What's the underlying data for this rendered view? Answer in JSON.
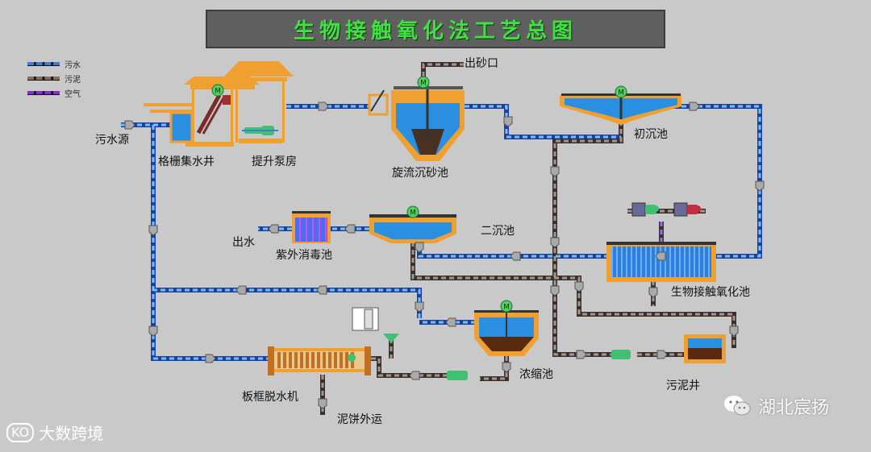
{
  "title": "生物接触氧化法工艺总图",
  "legend": [
    {
      "label": "污水",
      "color": "#3a7fd5",
      "style": "water"
    },
    {
      "label": "污泥",
      "color": "#8a6a5a",
      "style": "sludge"
    },
    {
      "label": "空气",
      "color": "#8a2ad5",
      "style": "air"
    }
  ],
  "labels": {
    "sewage_source": "污水源",
    "grille_well": "格栅集水井",
    "lift_pump": "提升泵房",
    "sand_outlet": "出砂口",
    "vortex_grit": "旋流沉砂池",
    "primary_clarifier": "初沉池",
    "secondary_clarifier": "二沉池",
    "uv_disinfection": "紫外消毒池",
    "effluent": "出水",
    "bio_oxidation": "生物接触氧化池",
    "thickener": "浓缩池",
    "sludge_well": "污泥井",
    "filter_press": "板框脱水机",
    "sludge_cake": "泥饼外运"
  },
  "motor_label": "M",
  "watermark": {
    "logo": "KO",
    "text": "大数跨境"
  },
  "brand": "湖北宸扬",
  "colors": {
    "water": "#1e8fe0",
    "tank": "#f0a030",
    "pump": "#40c070",
    "background": "#c9c9c9"
  }
}
